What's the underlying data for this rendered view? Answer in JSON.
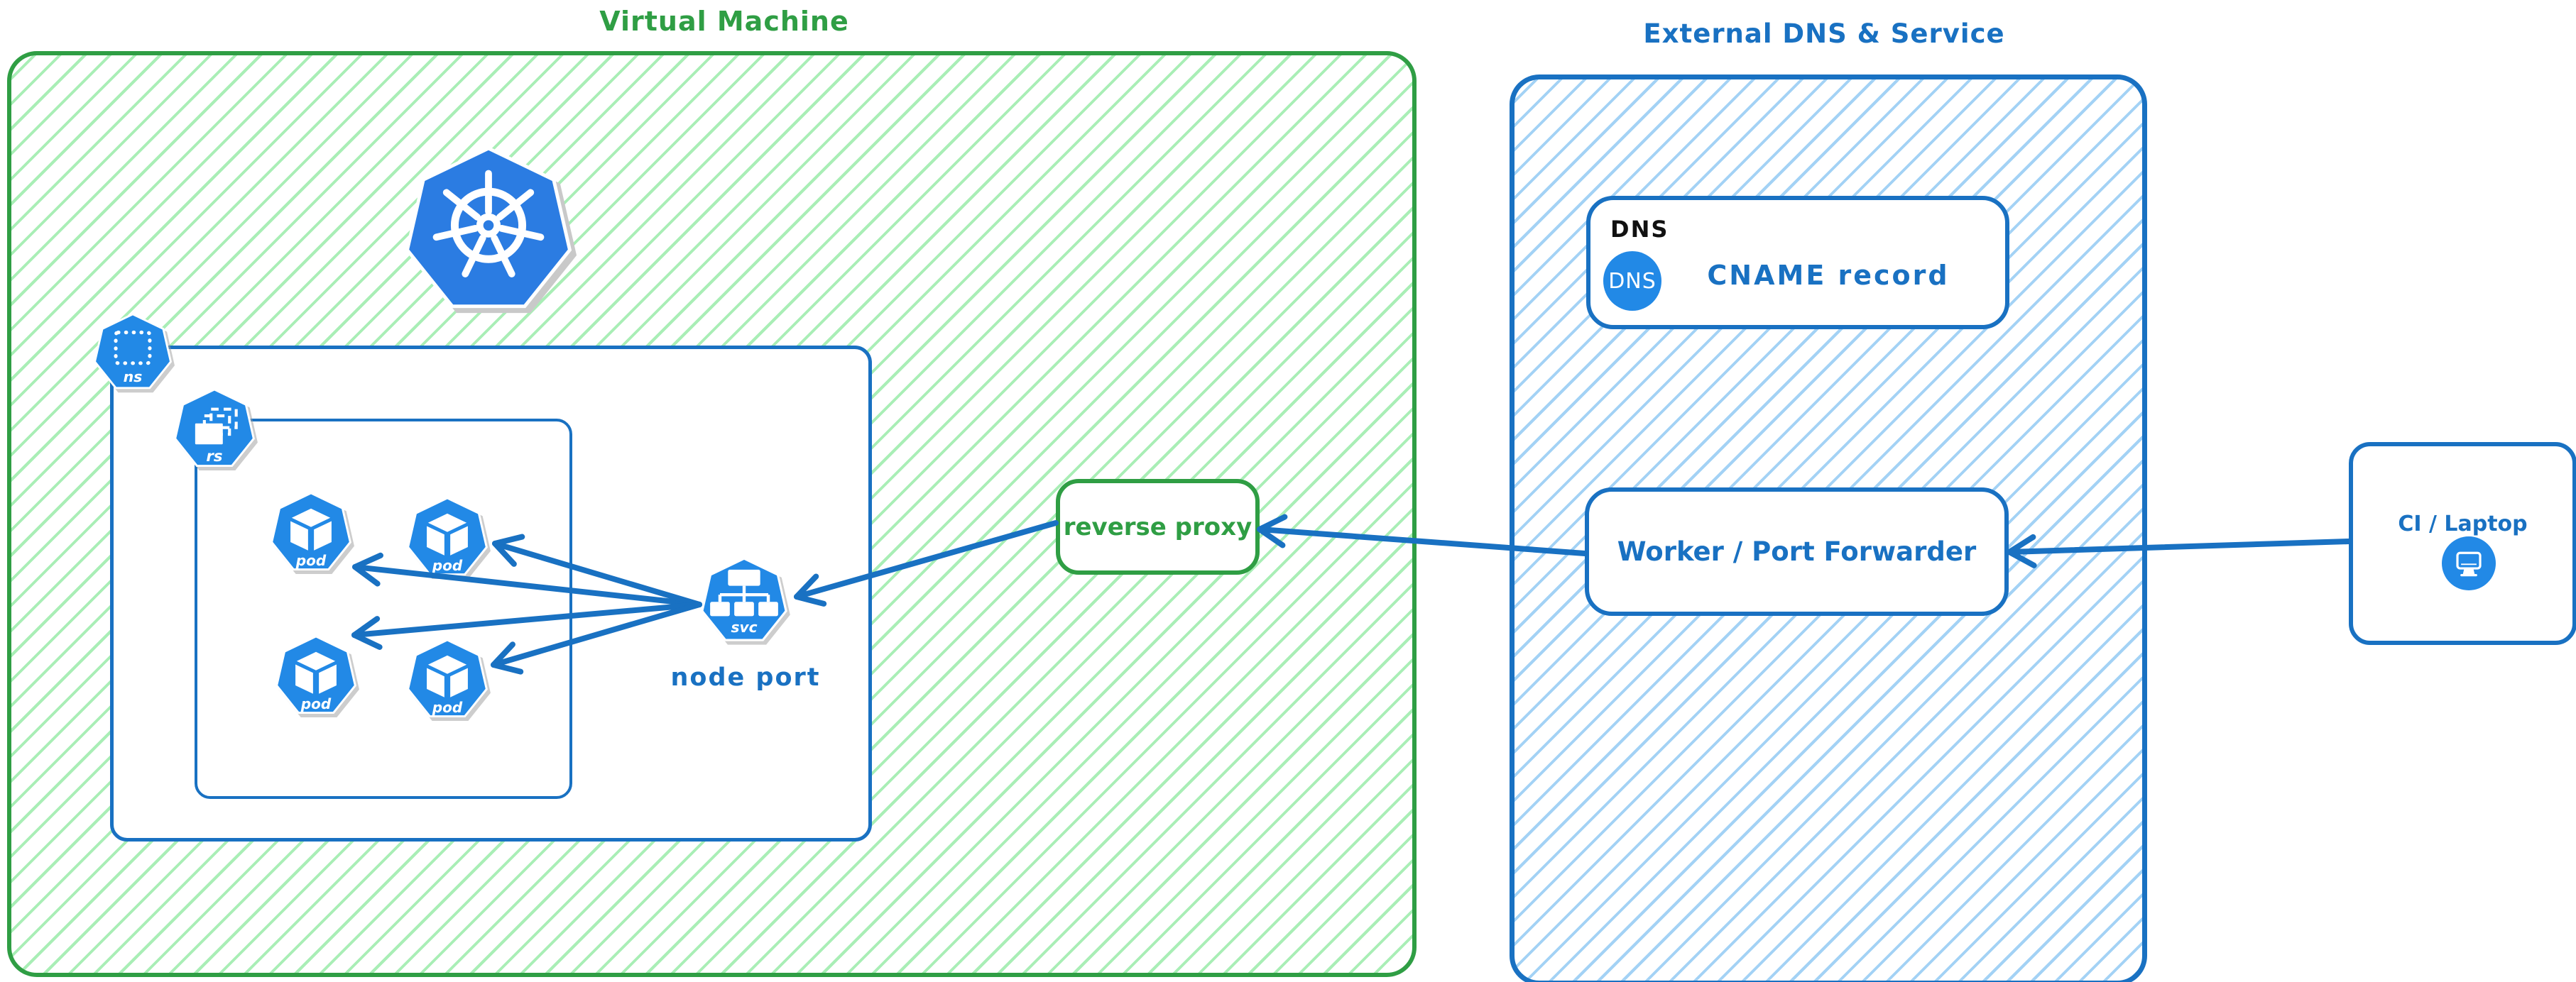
{
  "palette": {
    "green_stroke": "#2f9e44",
    "green_hatch": "#a9eeb6",
    "blue_stroke": "#1971c2",
    "blue_hatch": "#a3d2f5",
    "icon_blue": "#2289e6",
    "black_text": "#111111"
  },
  "vm": {
    "title": "Virtual Machine",
    "namespace_icon_label": "ns",
    "replicaset_icon_label": "rs",
    "pods": [
      {
        "label": "pod"
      },
      {
        "label": "pod"
      },
      {
        "label": "pod"
      },
      {
        "label": "pod"
      }
    ],
    "service": {
      "icon_label": "svc",
      "caption": "node port"
    },
    "reverse_proxy_label": "reverse proxy"
  },
  "external": {
    "title": "External DNS & Service",
    "dns_tag": "DNS",
    "dns_badge": "DNS",
    "cname_label": "CNAME record",
    "worker_label": "Worker / Port Forwarder"
  },
  "client": {
    "label": "CI / Laptop"
  }
}
